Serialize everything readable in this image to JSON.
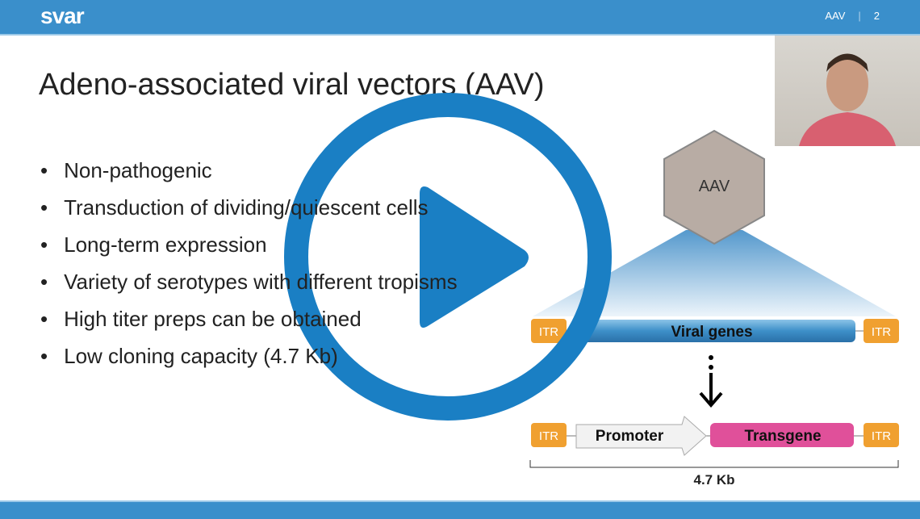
{
  "header": {
    "logo": "svar",
    "section": "AAV",
    "page": "2"
  },
  "slide": {
    "title": "Adeno-associated viral vectors (AAV)",
    "bullets": [
      "Non-pathogenic",
      "Transduction of dividing/quiescent cells",
      "Long-term expression",
      "Variety of serotypes with different tropisms",
      "High titer preps can be obtained",
      "Low cloning capacity (4.7 Kb)"
    ],
    "diagram": {
      "capsid": "AAV",
      "itr": "ITR",
      "viral_genes": "Viral genes",
      "promoter": "Promoter",
      "transgene": "Transgene",
      "size": "4.7 Kb"
    }
  },
  "colors": {
    "brand": "#3a8fcb",
    "play": "#1a7fc4",
    "itr": "#f0a030",
    "transgene": "#e0509a"
  },
  "overlay": {
    "icon": "play-icon"
  }
}
